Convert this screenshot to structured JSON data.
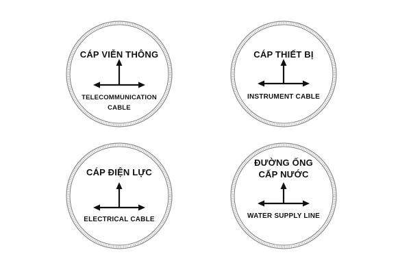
{
  "markers": [
    {
      "vn_line1": "CÁP VIỄN THÔNG",
      "en_line1": "TELECOMMUNICATION",
      "en_line2": "CABLE",
      "icon": "crossed-arrows-icon"
    },
    {
      "vn_line1": "CÁP THIẾT BỊ",
      "en_line1": "INSTRUMENT CABLE",
      "icon": "crossed-arrows-icon"
    },
    {
      "vn_line1": "CÁP ĐIỆN LỰC",
      "en_line1": "ELECTRICAL CABLE",
      "icon": "crossed-arrows-icon"
    },
    {
      "vn_line1": "ĐƯỜNG ỐNG",
      "vn_line2": "CẤP NƯỚC",
      "en_line1": "WATER SUPPLY LINE",
      "icon": "crossed-arrows-icon"
    }
  ],
  "colors": {
    "ink": "#111111",
    "ring": "#9a9a9a",
    "background": "#ffffff"
  }
}
